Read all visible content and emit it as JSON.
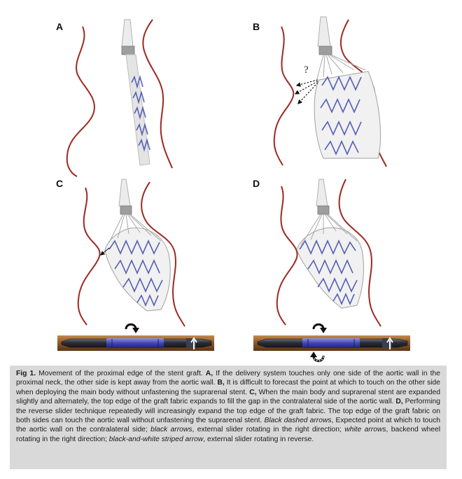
{
  "panels": {
    "a": {
      "label": "A"
    },
    "b": {
      "label": "B",
      "question_mark": "?"
    },
    "c": {
      "label": "C"
    },
    "d": {
      "label": "D"
    }
  },
  "caption": {
    "fig_label": "Fig 1.",
    "intro": " Movement of the proximal edge of the stent graft. ",
    "a_label": "A,",
    "a_text": " If the delivery system touches only one side of the aortic wall in the proximal neck, the other side is kept away from the aortic wall. ",
    "b_label": "B,",
    "b_text": " It is difficult to forecast the point at which to touch on the other side when deploying the main body without unfastening the suprarenal stent. ",
    "c_label": "C,",
    "c_text": " When the main body and suprarenal stent are expanded slightly and alternately, the top edge of the graft fabric expands to fill the gap in the contralateral side of the aortic wall. ",
    "d_label": "D,",
    "d_text": " Performing the reverse slider technique repeatedly will increasingly expand the top edge of the graft fabric. The top edge of the graft fabric on both sides can touch the aortic wall without unfastening the suprarenal stent. ",
    "k1": "Black dashed arrows",
    "t1": ", Expected point at which to touch the aortic wall on the contralateral side; ",
    "k2": "black arrows",
    "t2": ", external slider rotating in the right direction; ",
    "k3": "white arrows",
    "t3": ", backend wheel rotating in the right direction; ",
    "k4": "black-and-white striped arrow",
    "t4": ", external slider rotating in reverse."
  },
  "colors": {
    "aortic_wall": "#9b2a22",
    "stent_wire": "#5660b5",
    "graft_outline": "#9a9a9a",
    "caption_bg": "#d9d9d9",
    "device_body": "#2a2d36",
    "device_slider": "#4a55c8",
    "background_strip": "#8a5a2a"
  }
}
